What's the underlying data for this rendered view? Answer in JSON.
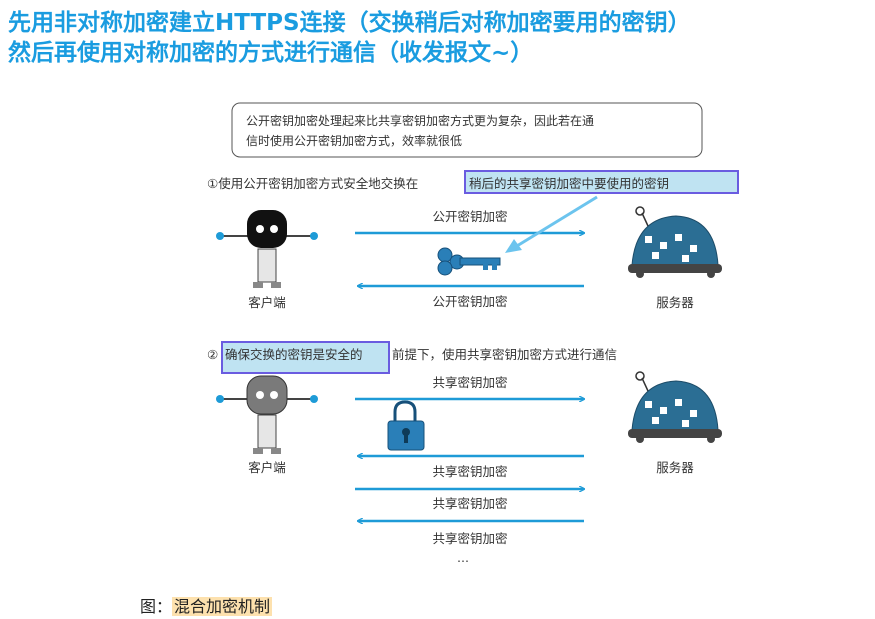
{
  "header": {
    "line1": "先用非对称加密建立HTTPS连接（交换稍后对称加密要用的密钥）",
    "line2": "然后再使用对称加密的方式进行通信（收发报文~）"
  },
  "note": {
    "line1": "公开密钥加密处理起来比共享密钥加密方式更为复杂，因此若在通",
    "line2": "信时使用公开密钥加密方式，效率就很低"
  },
  "step1": {
    "prefix": "①使用公开密钥加密方式安全地交换在",
    "highlight": "稍后的共享密钥加密中要使用的密钥",
    "arrow_top_label": "公开密钥加密",
    "arrow_bottom_label": "公开密钥加密",
    "client_label": "客户端",
    "server_label": "服务器"
  },
  "step2": {
    "num": "②",
    "highlight": "确保交换的密钥是安全的",
    "suffix": "前提下，使用共享密钥加密方式进行通信",
    "arrow_labels": [
      "共享密钥加密",
      "共享密钥加密",
      "共享密钥加密",
      "共享密钥加密"
    ],
    "ellipsis": "…",
    "client_label": "客户端",
    "server_label": "服务器"
  },
  "caption": {
    "prefix": "图：",
    "text": "混合加密机制"
  },
  "colors": {
    "title": "#1a9ce0",
    "arrow": "#1e9bd7",
    "highlight_fill": "#bfe3f2",
    "highlight_border": "#6a5ce0",
    "pointer_arrow": "#6cc4ee",
    "caption_highlight": "#fde1ae"
  }
}
